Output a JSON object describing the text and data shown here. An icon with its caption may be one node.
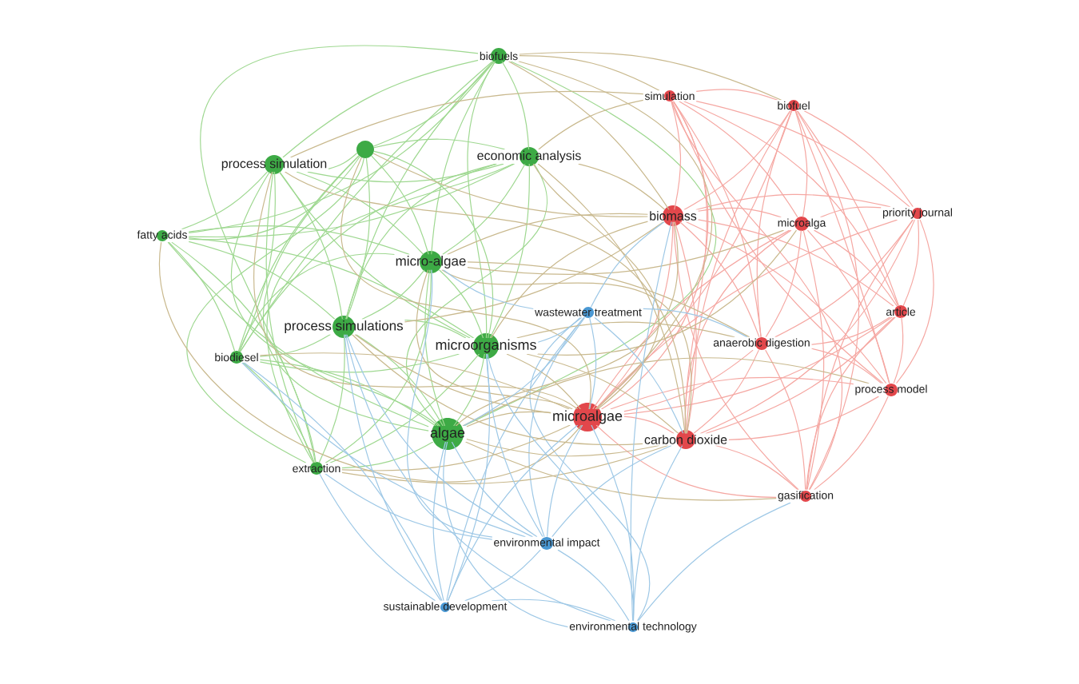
{
  "diagram": {
    "nodes": [
      {
        "text": [
          "biofuels"
        ]
      },
      {
        "text": [
          "simulation"
        ]
      },
      {
        "text": [
          "biofuel"
        ]
      },
      {
        "text": [],
        "shape": "circle"
      },
      {
        "text": [
          "process simulation"
        ]
      },
      {
        "text": [
          "economic analysis"
        ]
      },
      {
        "text": [
          "biomass"
        ]
      },
      {
        "text": [
          "microalga"
        ]
      },
      {
        "text": [
          "priority journal"
        ]
      },
      {
        "text": [
          "fatty acids"
        ]
      },
      {
        "text": [
          "micro-algae"
        ]
      },
      {
        "text": [
          "wastewater treatment"
        ]
      },
      {
        "text": [
          "article"
        ]
      },
      {
        "text": [
          "process simulations"
        ]
      },
      {
        "text": [
          "anaerobic digestion"
        ]
      },
      {
        "text": [
          "microorganisms"
        ]
      },
      {
        "text": [
          "biodiesel"
        ]
      },
      {
        "text": [
          "process model"
        ]
      },
      {
        "text": [
          "microalgae"
        ]
      },
      {
        "text": [
          "algae"
        ]
      },
      {
        "text": [
          "carbon dioxide"
        ]
      },
      {
        "text": [
          "extraction"
        ]
      },
      {
        "text": [
          "gasification"
        ]
      },
      {
        "text": [
          "environmental impact"
        ]
      },
      {
        "text": [
          "sustainable development"
        ]
      },
      {
        "text": [
          "environmental technology"
        ]
      }
    ],
    "edges": [
      {
        "from": 0,
        "to": 3,
        "arrow": "none",
        "color": "#9fd891"
      },
      {
        "from": 0,
        "to": 4,
        "arrow": "none",
        "color": "#9fd891"
      },
      {
        "from": 0,
        "to": 5,
        "arrow": "none",
        "color": "#9fd891"
      },
      {
        "from": 0,
        "to": 9,
        "arrow": "none",
        "color": "#9fd891"
      },
      {
        "from": 0,
        "to": 10,
        "arrow": "none",
        "color": "#9fd891"
      },
      {
        "from": 0,
        "to": 13,
        "arrow": "none",
        "color": "#9fd891"
      },
      {
        "from": 0,
        "to": 15,
        "arrow": "none",
        "color": "#9fd891"
      },
      {
        "from": 0,
        "to": 16,
        "arrow": "none",
        "color": "#9fd891"
      },
      {
        "from": 0,
        "to": 19,
        "arrow": "none",
        "color": "#9fd891"
      },
      {
        "from": 0,
        "to": 21,
        "arrow": "none",
        "color": "#9fd891"
      },
      {
        "from": 3,
        "to": 4,
        "arrow": "none",
        "color": "#9fd891"
      },
      {
        "from": 3,
        "to": 5,
        "arrow": "none",
        "color": "#9fd891"
      },
      {
        "from": 3,
        "to": 9,
        "arrow": "none",
        "color": "#9fd891"
      },
      {
        "from": 3,
        "to": 10,
        "arrow": "none",
        "color": "#9fd891"
      },
      {
        "from": 3,
        "to": 13,
        "arrow": "none",
        "color": "#9fd891"
      },
      {
        "from": 3,
        "to": 15,
        "arrow": "none",
        "color": "#9fd891"
      },
      {
        "from": 3,
        "to": 16,
        "arrow": "none",
        "color": "#9fd891"
      },
      {
        "from": 3,
        "to": 19,
        "arrow": "none",
        "color": "#9fd891"
      },
      {
        "from": 3,
        "to": 21,
        "arrow": "none",
        "color": "#9fd891"
      },
      {
        "from": 4,
        "to": 5,
        "arrow": "none",
        "color": "#9fd891"
      },
      {
        "from": 4,
        "to": 9,
        "arrow": "none",
        "color": "#9fd891"
      },
      {
        "from": 4,
        "to": 10,
        "arrow": "none",
        "color": "#9fd891"
      },
      {
        "from": 4,
        "to": 13,
        "arrow": "none",
        "color": "#9fd891"
      },
      {
        "from": 4,
        "to": 15,
        "arrow": "none",
        "color": "#9fd891"
      },
      {
        "from": 4,
        "to": 16,
        "arrow": "none",
        "color": "#9fd891"
      },
      {
        "from": 4,
        "to": 19,
        "arrow": "none",
        "color": "#9fd891"
      },
      {
        "from": 4,
        "to": 21,
        "arrow": "none",
        "color": "#9fd891"
      },
      {
        "from": 5,
        "to": 9,
        "arrow": "none",
        "color": "#9fd891"
      },
      {
        "from": 5,
        "to": 10,
        "arrow": "none",
        "color": "#9fd891"
      },
      {
        "from": 5,
        "to": 13,
        "arrow": "none",
        "color": "#9fd891"
      },
      {
        "from": 5,
        "to": 15,
        "arrow": "none",
        "color": "#9fd891"
      },
      {
        "from": 5,
        "to": 16,
        "arrow": "none",
        "color": "#9fd891"
      },
      {
        "from": 5,
        "to": 19,
        "arrow": "none",
        "color": "#9fd891"
      },
      {
        "from": 5,
        "to": 21,
        "arrow": "none",
        "color": "#9fd891"
      },
      {
        "from": 9,
        "to": 10,
        "arrow": "none",
        "color": "#9fd891"
      },
      {
        "from": 9,
        "to": 13,
        "arrow": "none",
        "color": "#9fd891"
      },
      {
        "from": 9,
        "to": 15,
        "arrow": "none",
        "color": "#9fd891"
      },
      {
        "from": 9,
        "to": 16,
        "arrow": "none",
        "color": "#9fd891"
      },
      {
        "from": 9,
        "to": 19,
        "arrow": "none",
        "color": "#9fd891"
      },
      {
        "from": 9,
        "to": 21,
        "arrow": "none",
        "color": "#9fd891"
      },
      {
        "from": 10,
        "to": 13,
        "arrow": "none",
        "color": "#9fd891"
      },
      {
        "from": 10,
        "to": 15,
        "arrow": "none",
        "color": "#9fd891"
      },
      {
        "from": 10,
        "to": 16,
        "arrow": "none",
        "color": "#9fd891"
      },
      {
        "from": 10,
        "to": 19,
        "arrow": "none",
        "color": "#9fd891"
      },
      {
        "from": 10,
        "to": 21,
        "arrow": "none",
        "color": "#9fd891"
      },
      {
        "from": 13,
        "to": 15,
        "arrow": "none",
        "color": "#9fd891"
      },
      {
        "from": 13,
        "to": 16,
        "arrow": "none",
        "color": "#9fd891"
      },
      {
        "from": 13,
        "to": 19,
        "arrow": "none",
        "color": "#9fd891"
      },
      {
        "from": 13,
        "to": 21,
        "arrow": "none",
        "color": "#9fd891"
      },
      {
        "from": 15,
        "to": 16,
        "arrow": "none",
        "color": "#9fd891"
      },
      {
        "from": 15,
        "to": 19,
        "arrow": "none",
        "color": "#9fd891"
      },
      {
        "from": 15,
        "to": 21,
        "arrow": "none",
        "color": "#9fd891"
      },
      {
        "from": 16,
        "to": 19,
        "arrow": "none",
        "color": "#9fd891"
      },
      {
        "from": 16,
        "to": 21,
        "arrow": "none",
        "color": "#9fd891"
      },
      {
        "from": 19,
        "to": 21,
        "arrow": "none",
        "color": "#9fd891"
      },
      {
        "from": 1,
        "to": 2,
        "arrow": "none",
        "color": "#f5a8a3"
      },
      {
        "from": 1,
        "to": 6,
        "arrow": "none",
        "color": "#f5a8a3"
      },
      {
        "from": 1,
        "to": 7,
        "arrow": "none",
        "color": "#f5a8a3"
      },
      {
        "from": 1,
        "to": 8,
        "arrow": "none",
        "color": "#f5a8a3"
      },
      {
        "from": 1,
        "to": 12,
        "arrow": "none",
        "color": "#f5a8a3"
      },
      {
        "from": 1,
        "to": 14,
        "arrow": "none",
        "color": "#f5a8a3"
      },
      {
        "from": 1,
        "to": 17,
        "arrow": "none",
        "color": "#f5a8a3"
      },
      {
        "from": 1,
        "to": 18,
        "arrow": "none",
        "color": "#f5a8a3"
      },
      {
        "from": 1,
        "to": 20,
        "arrow": "none",
        "color": "#f5a8a3"
      },
      {
        "from": 1,
        "to": 22,
        "arrow": "none",
        "color": "#f5a8a3"
      },
      {
        "from": 2,
        "to": 6,
        "arrow": "none",
        "color": "#f5a8a3"
      },
      {
        "from": 2,
        "to": 7,
        "arrow": "none",
        "color": "#f5a8a3"
      },
      {
        "from": 2,
        "to": 8,
        "arrow": "none",
        "color": "#f5a8a3"
      },
      {
        "from": 2,
        "to": 12,
        "arrow": "none",
        "color": "#f5a8a3"
      },
      {
        "from": 2,
        "to": 14,
        "arrow": "none",
        "color": "#f5a8a3"
      },
      {
        "from": 2,
        "to": 17,
        "arrow": "none",
        "color": "#f5a8a3"
      },
      {
        "from": 2,
        "to": 18,
        "arrow": "none",
        "color": "#f5a8a3"
      },
      {
        "from": 2,
        "to": 20,
        "arrow": "none",
        "color": "#f5a8a3"
      },
      {
        "from": 2,
        "to": 22,
        "arrow": "none",
        "color": "#f5a8a3"
      },
      {
        "from": 6,
        "to": 7,
        "arrow": "none",
        "color": "#f5a8a3"
      },
      {
        "from": 6,
        "to": 8,
        "arrow": "none",
        "color": "#f5a8a3"
      },
      {
        "from": 6,
        "to": 12,
        "arrow": "none",
        "color": "#f5a8a3"
      },
      {
        "from": 6,
        "to": 14,
        "arrow": "none",
        "color": "#f5a8a3"
      },
      {
        "from": 6,
        "to": 17,
        "arrow": "none",
        "color": "#f5a8a3"
      },
      {
        "from": 6,
        "to": 18,
        "arrow": "none",
        "color": "#f5a8a3"
      },
      {
        "from": 6,
        "to": 20,
        "arrow": "none",
        "color": "#f5a8a3"
      },
      {
        "from": 6,
        "to": 22,
        "arrow": "none",
        "color": "#f5a8a3"
      },
      {
        "from": 7,
        "to": 8,
        "arrow": "none",
        "color": "#f5a8a3"
      },
      {
        "from": 7,
        "to": 12,
        "arrow": "none",
        "color": "#f5a8a3"
      },
      {
        "from": 7,
        "to": 14,
        "arrow": "none",
        "color": "#f5a8a3"
      },
      {
        "from": 7,
        "to": 17,
        "arrow": "none",
        "color": "#f5a8a3"
      },
      {
        "from": 7,
        "to": 18,
        "arrow": "none",
        "color": "#f5a8a3"
      },
      {
        "from": 7,
        "to": 20,
        "arrow": "none",
        "color": "#f5a8a3"
      },
      {
        "from": 7,
        "to": 22,
        "arrow": "none",
        "color": "#f5a8a3"
      },
      {
        "from": 8,
        "to": 12,
        "arrow": "none",
        "color": "#f5a8a3"
      },
      {
        "from": 8,
        "to": 14,
        "arrow": "none",
        "color": "#f5a8a3"
      },
      {
        "from": 8,
        "to": 17,
        "arrow": "none",
        "color": "#f5a8a3"
      },
      {
        "from": 8,
        "to": 18,
        "arrow": "none",
        "color": "#f5a8a3"
      },
      {
        "from": 8,
        "to": 20,
        "arrow": "none",
        "color": "#f5a8a3"
      },
      {
        "from": 8,
        "to": 22,
        "arrow": "none",
        "color": "#f5a8a3"
      },
      {
        "from": 12,
        "to": 14,
        "arrow": "none",
        "color": "#f5a8a3"
      },
      {
        "from": 12,
        "to": 17,
        "arrow": "none",
        "color": "#f5a8a3"
      },
      {
        "from": 12,
        "to": 18,
        "arrow": "none",
        "color": "#f5a8a3"
      },
      {
        "from": 12,
        "to": 20,
        "arrow": "none",
        "color": "#f5a8a3"
      },
      {
        "from": 12,
        "to": 22,
        "arrow": "none",
        "color": "#f5a8a3"
      },
      {
        "from": 14,
        "to": 17,
        "arrow": "none",
        "color": "#f5a8a3"
      },
      {
        "from": 14,
        "to": 18,
        "arrow": "none",
        "color": "#f5a8a3"
      },
      {
        "from": 14,
        "to": 20,
        "arrow": "none",
        "color": "#f5a8a3"
      },
      {
        "from": 14,
        "to": 22,
        "arrow": "none",
        "color": "#f5a8a3"
      },
      {
        "from": 17,
        "to": 18,
        "arrow": "none",
        "color": "#f5a8a3"
      },
      {
        "from": 17,
        "to": 20,
        "arrow": "none",
        "color": "#f5a8a3"
      },
      {
        "from": 17,
        "to": 22,
        "arrow": "none",
        "color": "#f5a8a3"
      },
      {
        "from": 18,
        "to": 20,
        "arrow": "none",
        "color": "#f5a8a3"
      },
      {
        "from": 18,
        "to": 22,
        "arrow": "none",
        "color": "#f5a8a3"
      },
      {
        "from": 20,
        "to": 22,
        "arrow": "none",
        "color": "#f5a8a3"
      },
      {
        "from": 11,
        "to": 23,
        "arrow": "none",
        "color": "#9ec8e6"
      },
      {
        "from": 11,
        "to": 24,
        "arrow": "none",
        "color": "#9ec8e6"
      },
      {
        "from": 11,
        "to": 25,
        "arrow": "none",
        "color": "#9ec8e6"
      },
      {
        "from": 23,
        "to": 24,
        "arrow": "none",
        "color": "#9ec8e6"
      },
      {
        "from": 23,
        "to": 25,
        "arrow": "none",
        "color": "#9ec8e6"
      },
      {
        "from": 24,
        "to": 25,
        "arrow": "none",
        "color": "#9ec8e6"
      },
      {
        "from": 15,
        "to": 18,
        "arrow": "none",
        "color": "#c9b98e"
      },
      {
        "from": 15,
        "to": 20,
        "arrow": "none",
        "color": "#c9b98e"
      },
      {
        "from": 15,
        "to": 6,
        "arrow": "none",
        "color": "#c9b98e"
      },
      {
        "from": 15,
        "to": 14,
        "arrow": "none",
        "color": "#c9b98e"
      },
      {
        "from": 15,
        "to": 7,
        "arrow": "none",
        "color": "#c9b98e"
      },
      {
        "from": 19,
        "to": 18,
        "arrow": "none",
        "color": "#c9b98e"
      },
      {
        "from": 19,
        "to": 20,
        "arrow": "none",
        "color": "#c9b98e"
      },
      {
        "from": 19,
        "to": 6,
        "arrow": "none",
        "color": "#c9b98e"
      },
      {
        "from": 19,
        "to": 22,
        "arrow": "none",
        "color": "#c9b98e"
      },
      {
        "from": 19,
        "to": 17,
        "arrow": "none",
        "color": "#c9b98e"
      },
      {
        "from": 10,
        "to": 18,
        "arrow": "none",
        "color": "#c9b98e"
      },
      {
        "from": 10,
        "to": 6,
        "arrow": "none",
        "color": "#c9b98e"
      },
      {
        "from": 10,
        "to": 20,
        "arrow": "none",
        "color": "#c9b98e"
      },
      {
        "from": 10,
        "to": 7,
        "arrow": "none",
        "color": "#c9b98e"
      },
      {
        "from": 10,
        "to": 14,
        "arrow": "none",
        "color": "#c9b98e"
      },
      {
        "from": 13,
        "to": 18,
        "arrow": "none",
        "color": "#c9b98e"
      },
      {
        "from": 13,
        "to": 20,
        "arrow": "none",
        "color": "#c9b98e"
      },
      {
        "from": 13,
        "to": 6,
        "arrow": "none",
        "color": "#c9b98e"
      },
      {
        "from": 5,
        "to": 6,
        "arrow": "none",
        "color": "#c9b98e"
      },
      {
        "from": 5,
        "to": 18,
        "arrow": "none",
        "color": "#c9b98e"
      },
      {
        "from": 5,
        "to": 1,
        "arrow": "none",
        "color": "#c9b98e"
      },
      {
        "from": 5,
        "to": 20,
        "arrow": "none",
        "color": "#c9b98e"
      },
      {
        "from": 0,
        "to": 1,
        "arrow": "none",
        "color": "#c9b98e"
      },
      {
        "from": 0,
        "to": 6,
        "arrow": "none",
        "color": "#c9b98e"
      },
      {
        "from": 0,
        "to": 2,
        "arrow": "none",
        "color": "#c9b98e"
      },
      {
        "from": 0,
        "to": 18,
        "arrow": "none",
        "color": "#c9b98e"
      },
      {
        "from": 4,
        "to": 1,
        "arrow": "none",
        "color": "#c9b98e"
      },
      {
        "from": 4,
        "to": 18,
        "arrow": "none",
        "color": "#c9b98e"
      },
      {
        "from": 4,
        "to": 20,
        "arrow": "none",
        "color": "#c9b98e"
      },
      {
        "from": 21,
        "to": 18,
        "arrow": "none",
        "color": "#c9b98e"
      },
      {
        "from": 21,
        "to": 20,
        "arrow": "none",
        "color": "#c9b98e"
      },
      {
        "from": 16,
        "to": 18,
        "arrow": "none",
        "color": "#c9b98e"
      },
      {
        "from": 9,
        "to": 18,
        "arrow": "none",
        "color": "#c9b98e"
      },
      {
        "from": 3,
        "to": 6,
        "arrow": "none",
        "color": "#c9b98e"
      },
      {
        "from": 3,
        "to": 18,
        "arrow": "none",
        "color": "#c9b98e"
      },
      {
        "from": 11,
        "to": 15,
        "arrow": "none",
        "color": "#9ec8e6"
      },
      {
        "from": 11,
        "to": 10,
        "arrow": "none",
        "color": "#9ec8e6"
      },
      {
        "from": 11,
        "to": 19,
        "arrow": "none",
        "color": "#9ec8e6"
      },
      {
        "from": 11,
        "to": 18,
        "arrow": "none",
        "color": "#9ec8e6"
      },
      {
        "from": 11,
        "to": 20,
        "arrow": "none",
        "color": "#9ec8e6"
      },
      {
        "from": 11,
        "to": 6,
        "arrow": "none",
        "color": "#9ec8e6"
      },
      {
        "from": 11,
        "to": 14,
        "arrow": "none",
        "color": "#9ec8e6"
      },
      {
        "from": 23,
        "to": 19,
        "arrow": "none",
        "color": "#9ec8e6"
      },
      {
        "from": 23,
        "to": 15,
        "arrow": "none",
        "color": "#9ec8e6"
      },
      {
        "from": 23,
        "to": 18,
        "arrow": "none",
        "color": "#9ec8e6"
      },
      {
        "from": 23,
        "to": 20,
        "arrow": "none",
        "color": "#9ec8e6"
      },
      {
        "from": 23,
        "to": 13,
        "arrow": "none",
        "color": "#9ec8e6"
      },
      {
        "from": 23,
        "to": 10,
        "arrow": "none",
        "color": "#9ec8e6"
      },
      {
        "from": 23,
        "to": 21,
        "arrow": "none",
        "color": "#9ec8e6"
      },
      {
        "from": 23,
        "to": 16,
        "arrow": "none",
        "color": "#9ec8e6"
      },
      {
        "from": 24,
        "to": 19,
        "arrow": "none",
        "color": "#9ec8e6"
      },
      {
        "from": 24,
        "to": 13,
        "arrow": "none",
        "color": "#9ec8e6"
      },
      {
        "from": 24,
        "to": 21,
        "arrow": "none",
        "color": "#9ec8e6"
      },
      {
        "from": 24,
        "to": 15,
        "arrow": "none",
        "color": "#9ec8e6"
      },
      {
        "from": 24,
        "to": 18,
        "arrow": "none",
        "color": "#9ec8e6"
      },
      {
        "from": 24,
        "to": 16,
        "arrow": "none",
        "color": "#9ec8e6"
      },
      {
        "from": 25,
        "to": 18,
        "arrow": "none",
        "color": "#9ec8e6"
      },
      {
        "from": 25,
        "to": 20,
        "arrow": "none",
        "color": "#9ec8e6"
      },
      {
        "from": 25,
        "to": 19,
        "arrow": "none",
        "color": "#9ec8e6"
      },
      {
        "from": 25,
        "to": 15,
        "arrow": "none",
        "color": "#9ec8e6"
      },
      {
        "from": 25,
        "to": 13,
        "arrow": "none",
        "color": "#9ec8e6"
      },
      {
        "from": 25,
        "to": 22,
        "arrow": "none",
        "color": "#9ec8e6"
      },
      {
        "from": 25,
        "to": 6,
        "arrow": "none",
        "color": "#9ec8e6"
      }
    ]
  }
}
